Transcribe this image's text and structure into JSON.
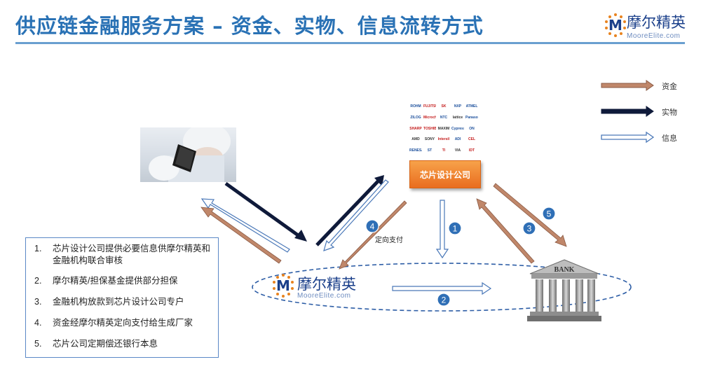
{
  "header": {
    "title": "供应链金融服务方案 – 资金、实物、信息流转方式"
  },
  "brand": {
    "name_cn": "摩尔精英",
    "name_en": "MooreElite.com",
    "badge_letter": "M"
  },
  "legend": [
    {
      "label": "资金",
      "type": "funds"
    },
    {
      "label": "实物",
      "type": "goods"
    },
    {
      "label": "信息",
      "type": "info"
    }
  ],
  "nodes": {
    "chip_company": "芯片设计公司",
    "bank_sign": "BANK"
  },
  "partner_logos": [
    "ROHM",
    "FUJITSU",
    "SK",
    "NXP",
    "ATMEL",
    "ZILOG",
    "Microchip",
    "NTC",
    "lattice",
    "Panasonic",
    "SHARP",
    "TOSHIBA",
    "MAXIM",
    "Cypress",
    "ON",
    "AMD",
    "SONY",
    "Intersil",
    "ADI",
    "CEL",
    "RENESAS",
    "ST",
    "TI",
    "VIA",
    "IDT"
  ],
  "steps": [
    {
      "badge": "1",
      "arrow": "info",
      "label": ""
    },
    {
      "badge": "2",
      "arrow": "info",
      "label": ""
    },
    {
      "badge": "3",
      "arrow": "funds",
      "label": ""
    },
    {
      "badge": "4",
      "arrow": "funds",
      "label": "定向支付"
    },
    {
      "badge": "5",
      "arrow": "funds",
      "label": ""
    }
  ],
  "process_list": [
    {
      "num": "1.",
      "text": "芯片设计公司提供必要信息供摩尔精英和金融机构联合审核"
    },
    {
      "num": "2.",
      "text": "摩尔精英/担保基金提供部分担保"
    },
    {
      "num": "3.",
      "text": "金融机构放款到芯片设计公司专户"
    },
    {
      "num": "4.",
      "text": "资金经摩尔精英定向支付给生成厂家"
    },
    {
      "num": "5.",
      "text": "芯片公司定期偿还银行本息"
    }
  ],
  "colors": {
    "title": "#2a72b5",
    "funds_arrow": "#c0876a",
    "goods_arrow": "#0f1a3a",
    "info_arrow": "#4a78b8",
    "badge": "#2f6fb6",
    "chip_box": "#f08a30",
    "ellipse": "#2e5ea6"
  }
}
